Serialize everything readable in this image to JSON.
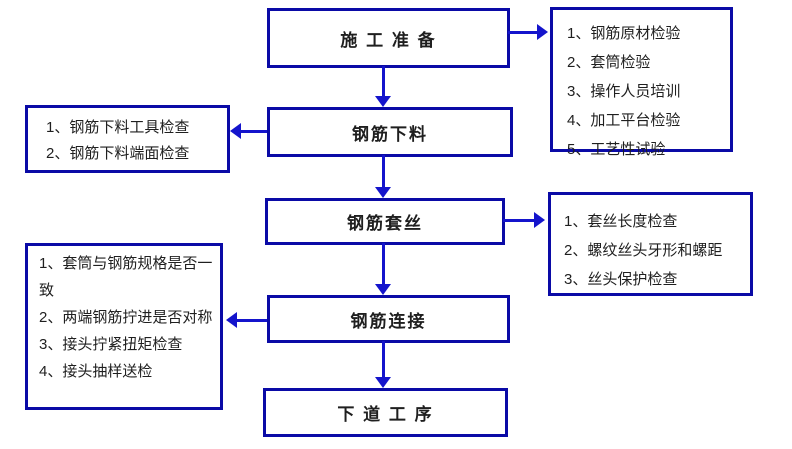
{
  "flow": {
    "steps": [
      {
        "label": "施 工 准 备"
      },
      {
        "label": "钢筋下料"
      },
      {
        "label": "钢筋套丝"
      },
      {
        "label": "钢筋连接"
      },
      {
        "label": "下 道 工 序"
      }
    ]
  },
  "side_boxes": {
    "right_top": {
      "items": [
        "1、钢筋原材检验",
        "2、套筒检验",
        "3、操作人员培训",
        "4、加工平台检验",
        "5、工艺性试验"
      ]
    },
    "right_mid": {
      "items": [
        "1、套丝长度检查",
        "2、螺纹丝头牙形和螺距",
        "3、丝头保护检查"
      ]
    },
    "left_top": {
      "items": [
        "1、钢筋下料工具检查",
        "2、钢筋下料端面检查"
      ]
    },
    "left_bottom": {
      "items": [
        "1、套筒与钢筋规格是否一致",
        "2、两端钢筋拧进是否对称",
        "3、接头拧紧扭矩检查",
        "4、接头抽样送检"
      ]
    }
  },
  "colors": {
    "box_border": "#0a0aa6",
    "arrow": "#1414cc",
    "text": "#1f1f1f",
    "background": "#ffffff"
  }
}
